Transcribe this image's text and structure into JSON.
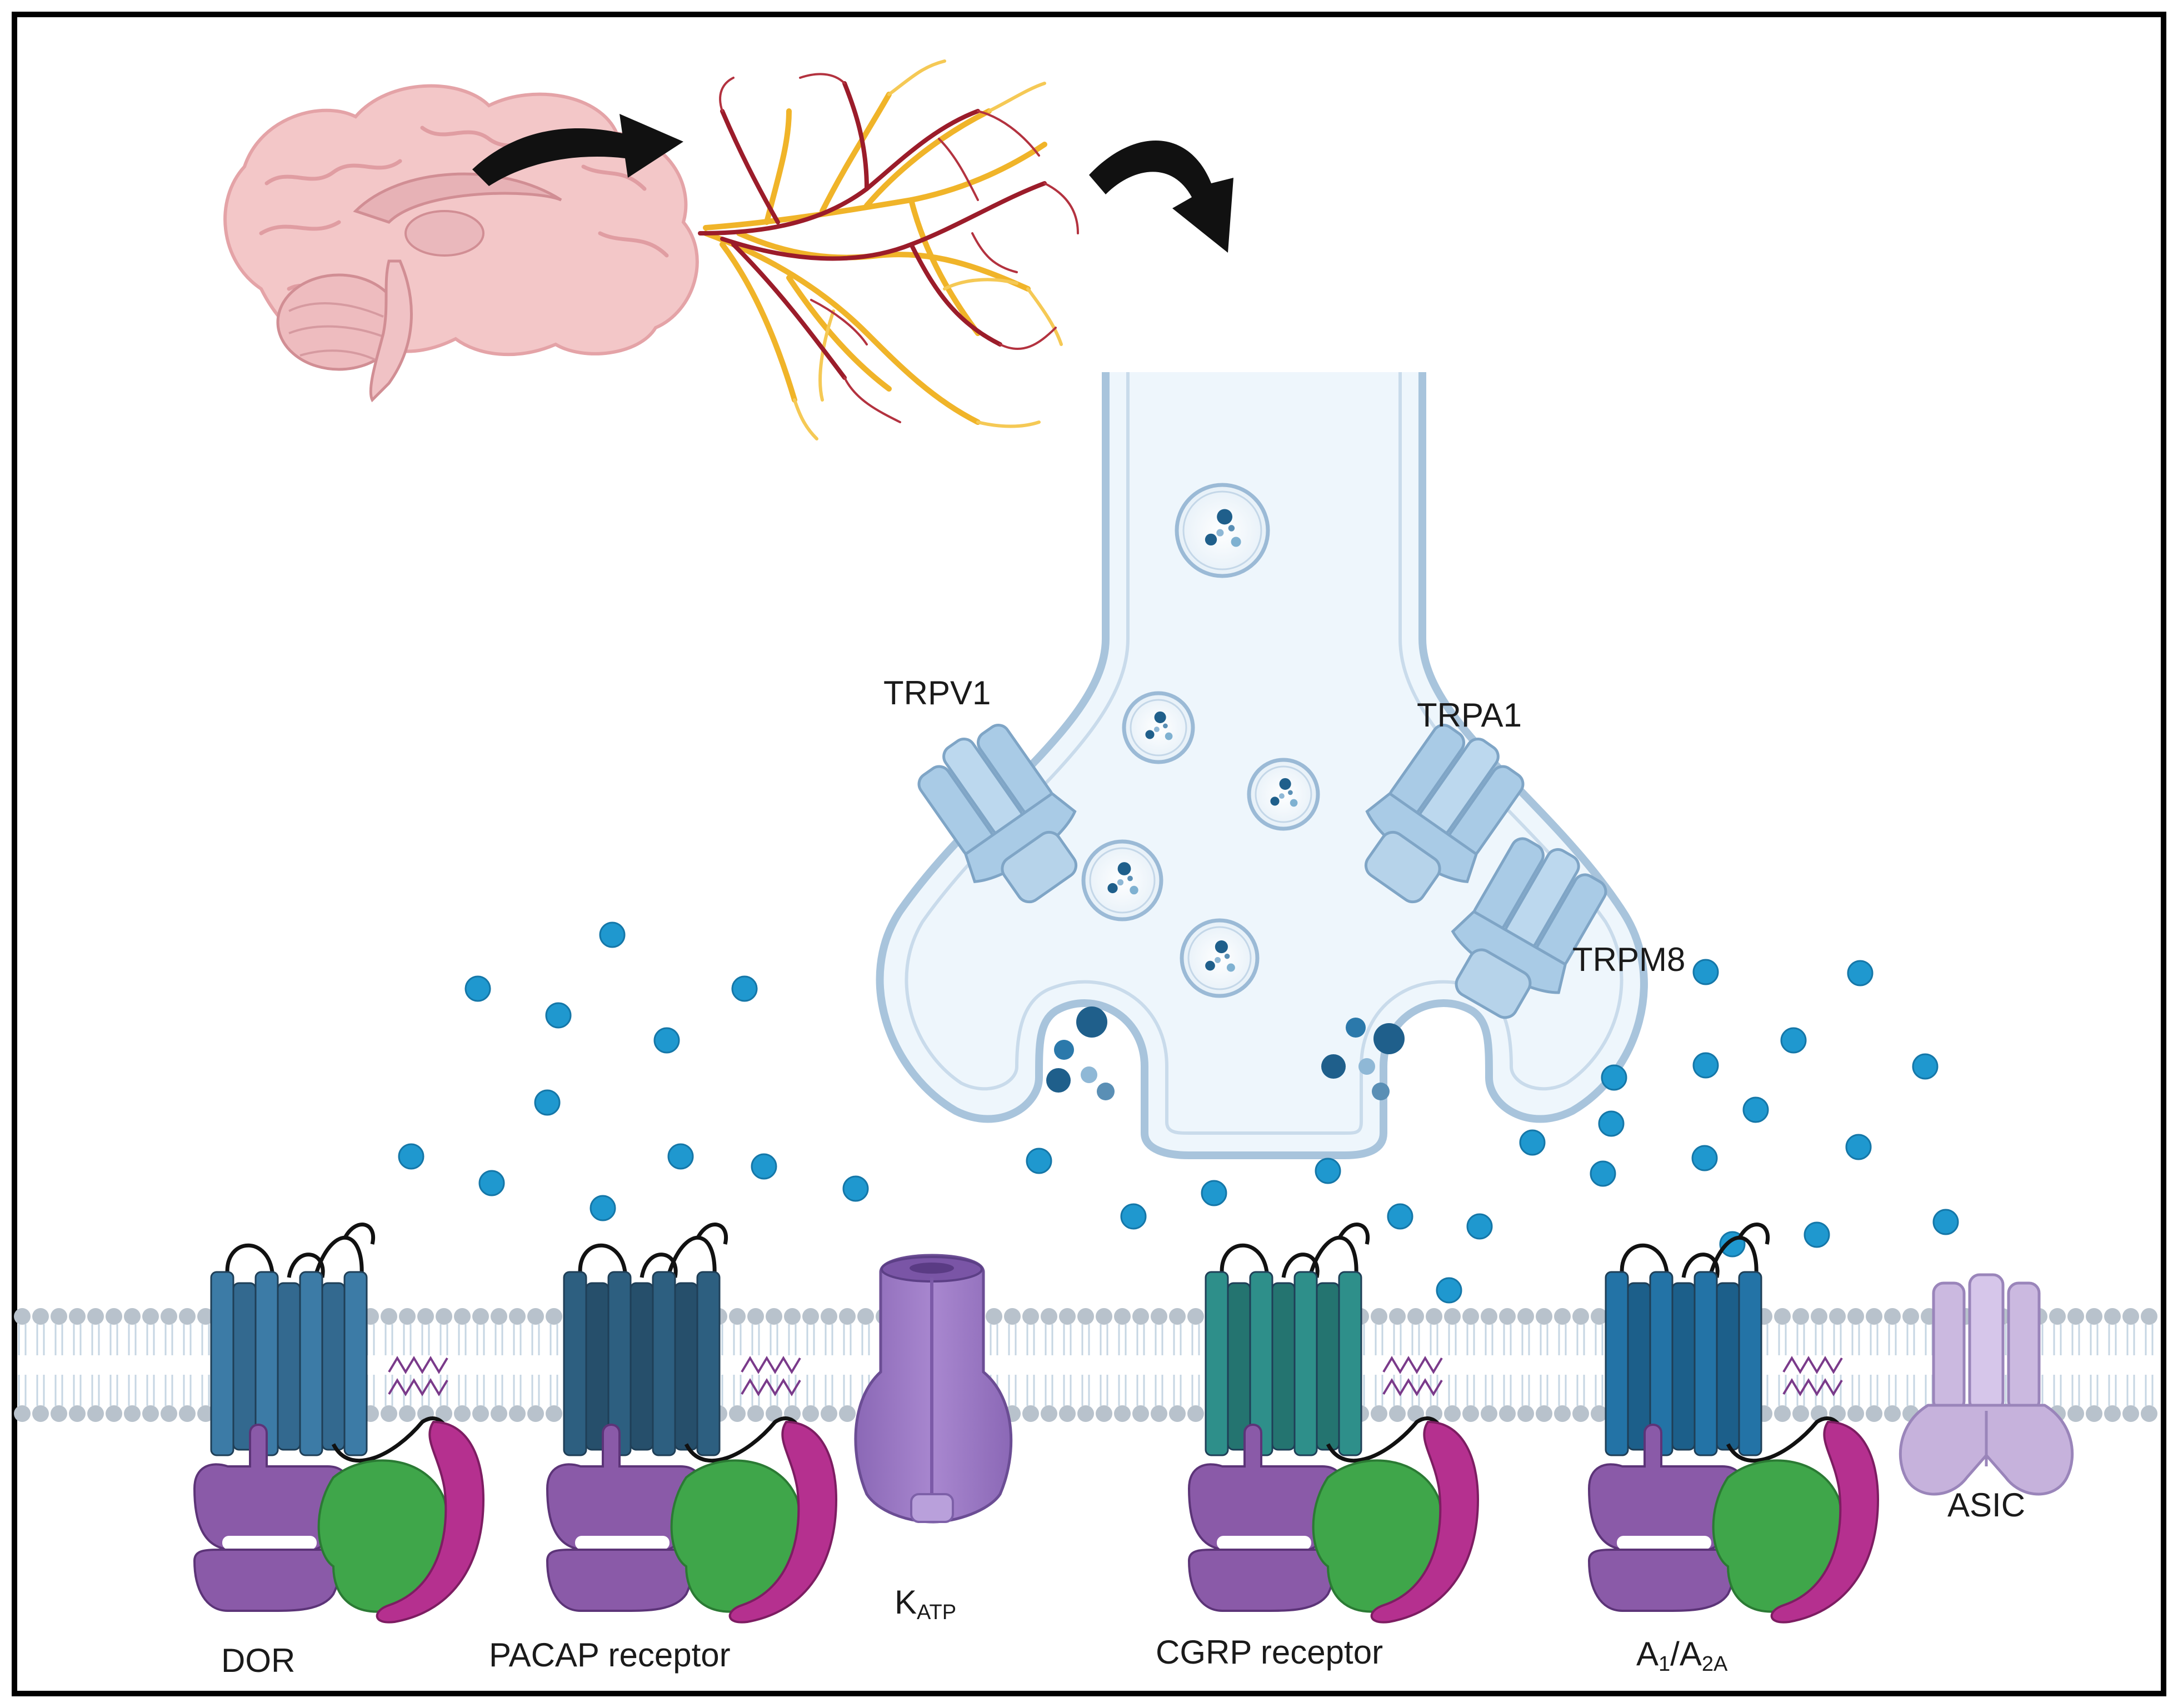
{
  "labels": {
    "trpv1": "TRPV1",
    "trpa1": "TRPA1",
    "trpm8": "TRPM8",
    "dor": "DOR",
    "pacap": "PACAP receptor",
    "katp_main": "K",
    "katp_sub": "ATP",
    "cgrp": "CGRP receptor",
    "a1_main": "A",
    "a1_sub": "1",
    "a2_sep": "/A",
    "a2_sub": "2A",
    "asic": "ASIC"
  },
  "icons": {
    "brain": "brain-icon",
    "vessels": "trigeminovascular-nerves-icon",
    "arrow1": "curved-arrow-icon",
    "arrow2": "curved-arrow-down-icon",
    "terminal": "nerve-terminal-icon",
    "membrane": "lipid-bilayer-icon"
  },
  "colors": {
    "brain": "#f1c4c6",
    "vessel_red": "#9b1c2a",
    "nerve_yellow": "#f0b429",
    "terminal_fill": "#eef6fc",
    "terminal_stroke": "#a8c4dc",
    "vesicle_dot": "#1f5f8b",
    "particle": "#1f98cf",
    "channel_blue": "#a9cbe6",
    "gpcr_blue": "#3c7ba6",
    "gpcr_dark": "#2d5f80",
    "gpcr_teal": "#2e8f8a",
    "gpcr_blue2": "#2373a6",
    "gprotein_purple": "#8a5aa8",
    "gprotein_green": "#3fa64a",
    "gprotein_magenta": "#b5308f",
    "katp": "#9a78c2",
    "asic": "#c6b2dc",
    "membrane_head": "#b8c2cc"
  }
}
